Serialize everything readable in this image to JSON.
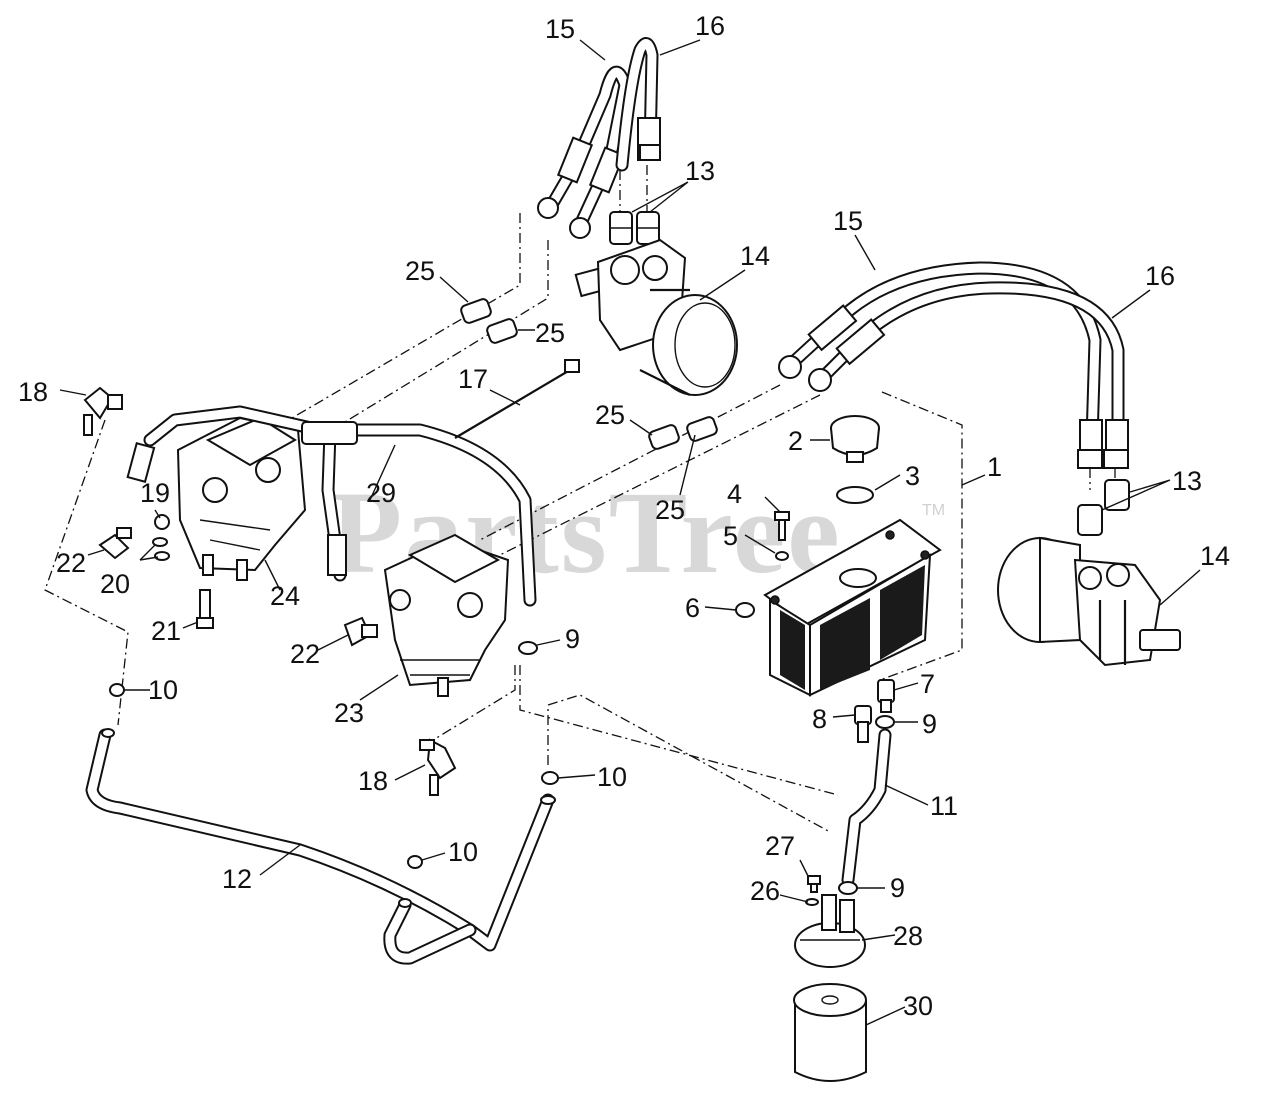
{
  "watermark": {
    "text": "PartsTree",
    "trademark": "TM"
  },
  "callouts": {
    "c1": "1",
    "c2": "2",
    "c3": "3",
    "c4": "4",
    "c5": "5",
    "c6": "6",
    "c7": "7",
    "c8": "8",
    "c9a": "9",
    "c9b": "9",
    "c9c": "9",
    "c10a": "10",
    "c10b": "10",
    "c10c": "10",
    "c11": "11",
    "c12": "12",
    "c13a": "13",
    "c13b": "13",
    "c14a": "14",
    "c14b": "14",
    "c15a": "15",
    "c15b": "15",
    "c16a": "16",
    "c16b": "16",
    "c17": "17",
    "c18a": "18",
    "c18b": "18",
    "c19": "19",
    "c20": "20",
    "c21": "21",
    "c22a": "22",
    "c22b": "22",
    "c23": "23",
    "c24": "24",
    "c25a": "25",
    "c25b": "25",
    "c25c": "25",
    "c25d": "25",
    "c26": "26",
    "c27": "27",
    "c28": "28",
    "c29": "29",
    "c30": "30"
  }
}
